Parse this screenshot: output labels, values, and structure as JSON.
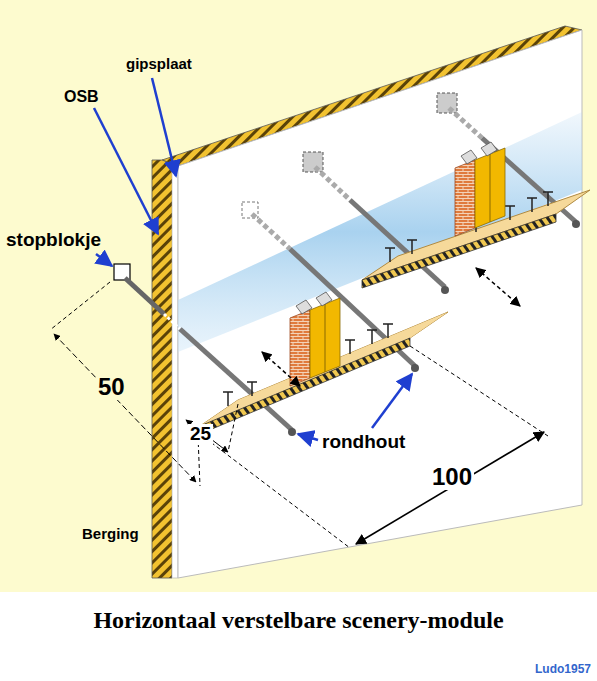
{
  "diagram": {
    "caption": "Horizontaal verstelbare scenery-module",
    "labels": [
      "gipsplaat",
      "OSB",
      "stopblokje",
      "50",
      "25",
      "rondhout",
      "100",
      "Berging",
      "Ludo1957"
    ]
  }
}
